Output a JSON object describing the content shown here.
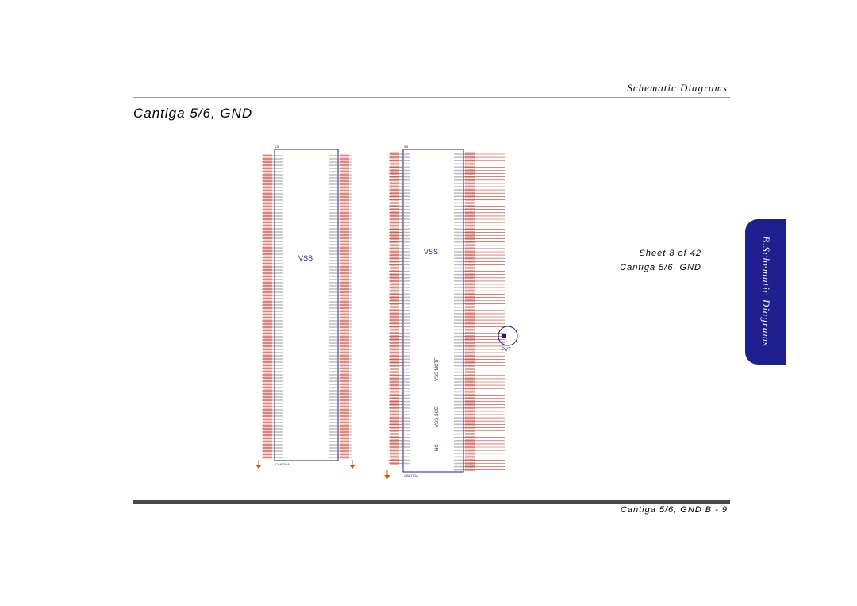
{
  "header": {
    "title": "Schematic Diagrams"
  },
  "page": {
    "title": "Cantiga 5/6, GND"
  },
  "sheet": {
    "line1": "Sheet 8 of 42",
    "line2": "Cantiga 5/6, GND"
  },
  "side_tab": {
    "label": "B.Schematic Diagrams"
  },
  "footer": {
    "label": "Cantiga 5/6, GND B - 9"
  },
  "schematic": {
    "left_chip": {
      "ref": "U8",
      "center_label": "VSS",
      "part": "CANTIGA"
    },
    "right_chip": {
      "ref": "U8",
      "center_label": "VSS",
      "group_labels": [
        "VSS NCTF",
        "VSS SCB",
        "NC"
      ],
      "part": "CANTIGA"
    },
    "tp_label": "PVT",
    "colors": {
      "wire": "#c0392b",
      "line": "#1a1a8c",
      "ground": "#d35400"
    }
  }
}
